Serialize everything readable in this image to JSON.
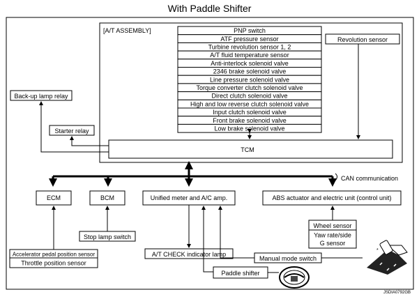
{
  "title": "With Paddle Shifter",
  "at_assembly": {
    "label": "[A/T ASSEMBLY]",
    "components": [
      "PNP switch",
      "ATF pressure sensor",
      "Turbine revolution sensor 1, 2",
      "A/T fluid temperature sensor",
      "Anti-interlock solenoid valve",
      "2346 brake solenoid valve",
      "Line pressure solenoid valve",
      "Torque converter clutch solenoid valve",
      "Direct clutch solenoid valve",
      "High and low reverse clutch solenoid valve",
      "Input clutch solenoid valve",
      "Front brake solenoid valve",
      "Low brake solenoid valve"
    ],
    "revolution_sensor": "Revolution sensor"
  },
  "tcm": "TCM",
  "backup_lamp_relay": "Back-up lamp relay",
  "starter_relay": "Starter relay",
  "can_label": "CAN communication",
  "units": {
    "ecm": "ECM",
    "bcm": "BCM",
    "meter": "Unified meter and A/C amp.",
    "abs": "ABS actuator and electric unit (control unit)"
  },
  "ecm_inputs": [
    "Accelerator pedal position sensor",
    "Throttle position sensor"
  ],
  "stop_lamp_switch": "Stop lamp switch",
  "at_check_lamp": "A/T CHECK indicator lamp",
  "abs_sensors": {
    "wheel": "Wheel sensor",
    "yaw_line1": "Yaw rate/side",
    "yaw_line2": "G sensor"
  },
  "manual_mode_switch": "Manual mode switch",
  "paddle_shifter": "Paddle shifter",
  "figure_code": "JSDIA0792GB"
}
